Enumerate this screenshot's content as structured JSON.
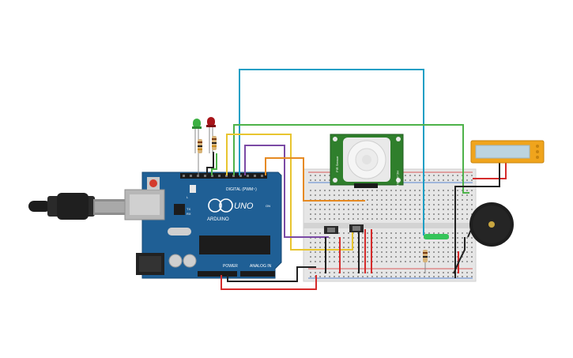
{
  "board": {
    "brand_label": "ARDUINO",
    "model_label": "UNO",
    "digital_label": "DIGITAL (PWM~)",
    "power_label": "POWER",
    "analog_label": "ANALOG IN",
    "tx_label": "TX",
    "rx_label": "RX",
    "l_label": "L",
    "on_label": "ON"
  },
  "pir_sensor": {
    "left_label": "PIR Sensor",
    "right_label": "HC-SR501"
  },
  "colors": {
    "board": "#1f5f95",
    "pir": "#2f7f2c",
    "wire_blue": "#1d9fc5",
    "wire_green": "#4eb24a",
    "wire_yellow": "#e8c530",
    "wire_orange": "#e68a22",
    "wire_purple": "#7b4aa5",
    "wire_red": "#d52b2b",
    "wire_black": "#222222",
    "lcd_frame": "#f0a41c",
    "lcd_screen": "#bcd4e0",
    "led_green": "#3cb043",
    "led_red": "#a8151a"
  },
  "icons": [
    "usb-cable-icon",
    "led-green-icon",
    "led-red-icon",
    "resistor-icon",
    "buzzer-icon",
    "lcd-display-icon",
    "pir-sensor-icon",
    "breadboard-icon"
  ]
}
